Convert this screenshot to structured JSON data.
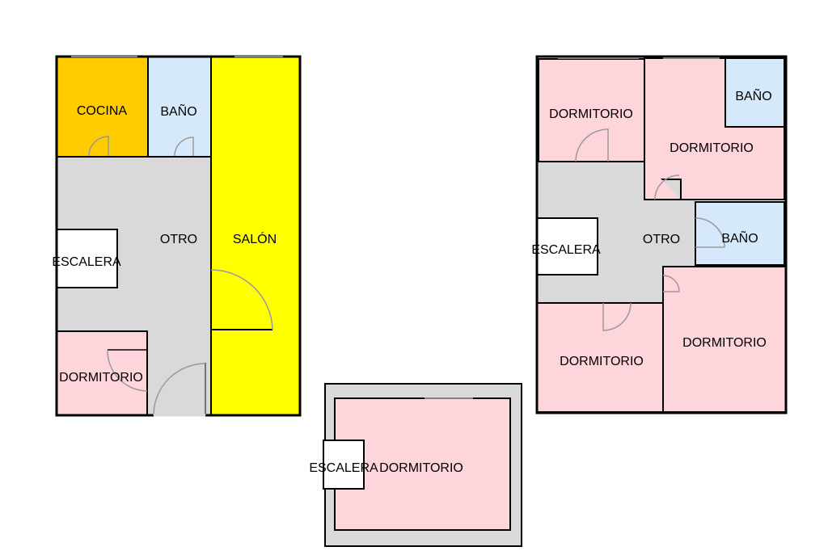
{
  "colors": {
    "kitchen": "#ffcc00",
    "bathroom": "#d6e9fb",
    "living": "#ffff00",
    "bedroom": "#ffd5dc",
    "other": "#d9d9d9",
    "stairs": "#ffffff",
    "wall": "#000000",
    "door": "#9a9a9a"
  },
  "floors": [
    {
      "rooms": [
        {
          "key": "cocina",
          "label": "COCINA",
          "type": "kitchen"
        },
        {
          "key": "bano",
          "label": "BAÑO",
          "type": "bathroom"
        },
        {
          "key": "salon",
          "label": "SALÓN",
          "type": "living"
        },
        {
          "key": "otro",
          "label": "OTRO",
          "type": "other"
        },
        {
          "key": "escalera",
          "label": "ESCALERA",
          "type": "stairs"
        },
        {
          "key": "dormitorio",
          "label": "DORMITORIO",
          "type": "bedroom"
        }
      ]
    },
    {
      "rooms": [
        {
          "key": "dormitorio-1",
          "label": "DORMITORIO",
          "type": "bedroom"
        },
        {
          "key": "dormitorio-2",
          "label": "DORMITORIO",
          "type": "bedroom"
        },
        {
          "key": "bano-1",
          "label": "BAÑO",
          "type": "bathroom"
        },
        {
          "key": "bano-2",
          "label": "BAÑO",
          "type": "bathroom"
        },
        {
          "key": "otro",
          "label": "OTRO",
          "type": "other"
        },
        {
          "key": "escalera",
          "label": "ESCALERA",
          "type": "stairs"
        },
        {
          "key": "dormitorio-3",
          "label": "DORMITORIO",
          "type": "bedroom"
        },
        {
          "key": "dormitorio-4",
          "label": "DORMITORIO",
          "type": "bedroom"
        }
      ]
    },
    {
      "rooms": [
        {
          "key": "escalera",
          "label": "ESCALERA",
          "type": "stairs"
        },
        {
          "key": "dormitorio",
          "label": "DORMITORIO",
          "type": "bedroom"
        }
      ]
    }
  ]
}
